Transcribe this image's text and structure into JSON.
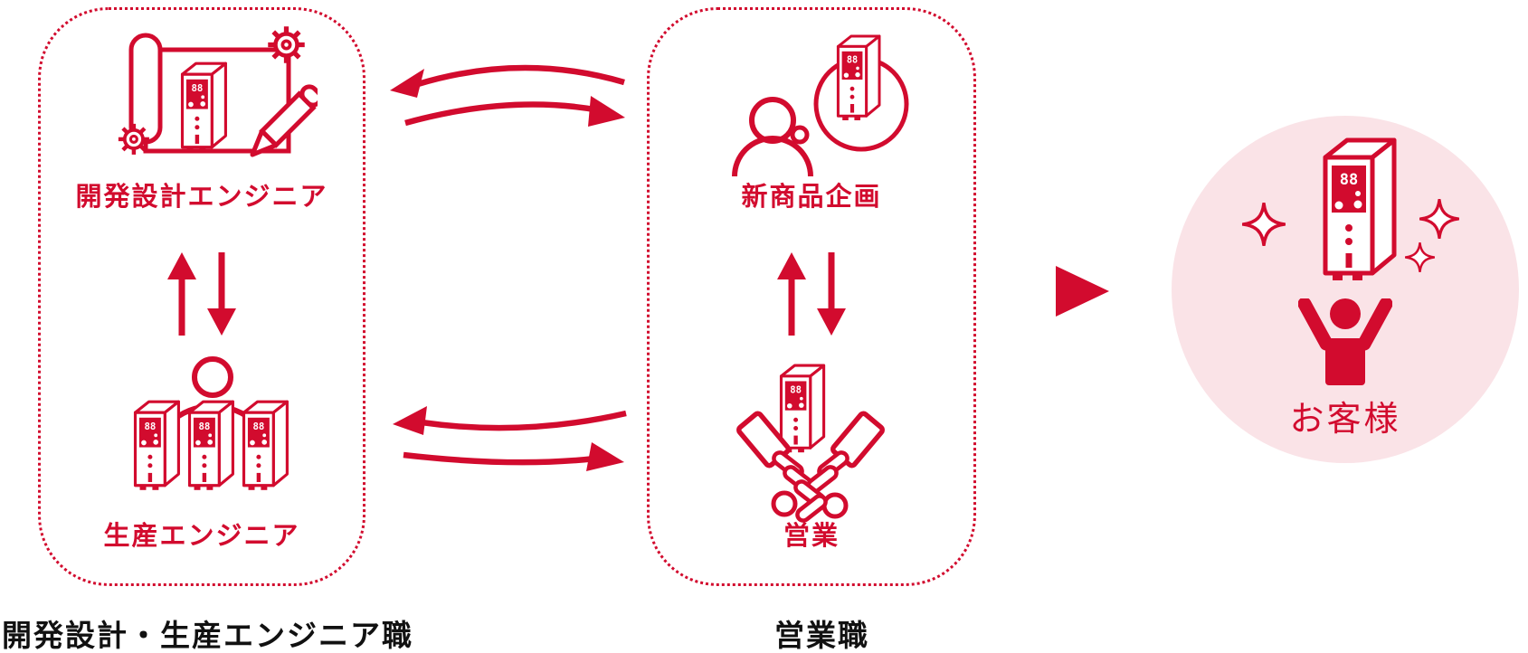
{
  "palette": {
    "red": "#d20b2e",
    "pink": "#fae3e7",
    "caption_black": "#111111"
  },
  "groups": {
    "engineering": {
      "caption": "開発設計・生産エンジニア職",
      "nodes": {
        "design": {
          "label": "開発設計エンジニア"
        },
        "production": {
          "label": "生産エンジニア"
        }
      }
    },
    "sales": {
      "caption": "営業職",
      "nodes": {
        "planning": {
          "label": "新商品企画"
        },
        "sales": {
          "label": "営業"
        }
      }
    }
  },
  "customer": {
    "label": "お客様"
  },
  "device": {
    "display_text": "88"
  }
}
